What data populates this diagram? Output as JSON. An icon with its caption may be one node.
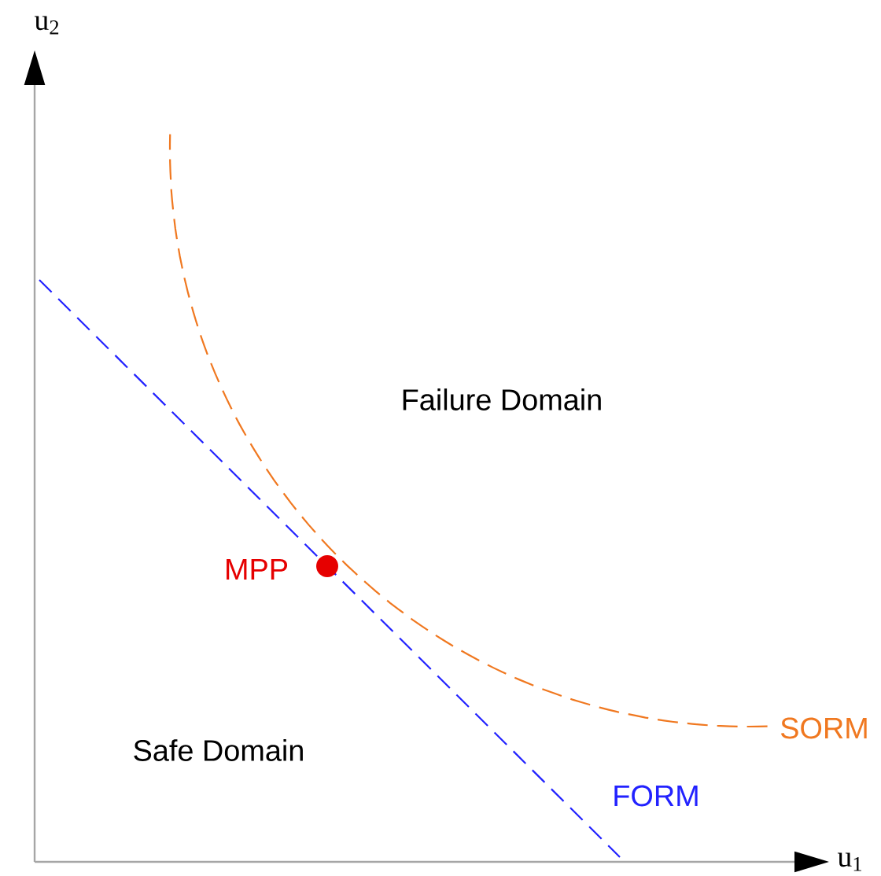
{
  "diagram": {
    "labels": [
      "u$_{2}$",
      "Failure Domain",
      "MPP",
      "SORM",
      "Safe Domain",
      "FORM",
      "u$_{1}$"
    ]
  }
}
